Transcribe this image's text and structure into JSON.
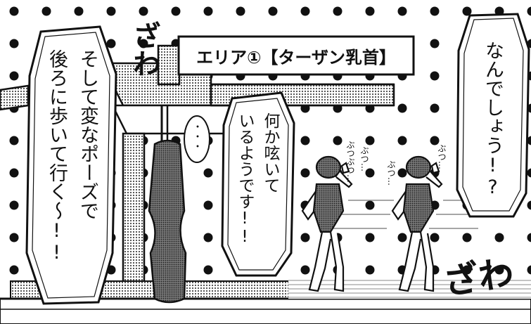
{
  "caption": {
    "area_label": "エリア①【ターザン乳首】"
  },
  "bubbles": {
    "left": "そして変なポーズで\n後ろに歩いて行く～!!",
    "middle": "何か呟いて\nいるようです!!",
    "right": "なんでしょう!?",
    "thought": "・・・"
  },
  "sfx": {
    "zawa_top": "ざわ",
    "zawa_bottom": "ざわ",
    "mutter_1": "ぶつぶつ…",
    "mutter_2": "ぶつ…",
    "mutter_3": "ぶつ…",
    "mutter_4": "ぶつ…"
  },
  "colors": {
    "ink": "#111111",
    "paper": "#ffffff",
    "tone": "#8a8a8a"
  }
}
